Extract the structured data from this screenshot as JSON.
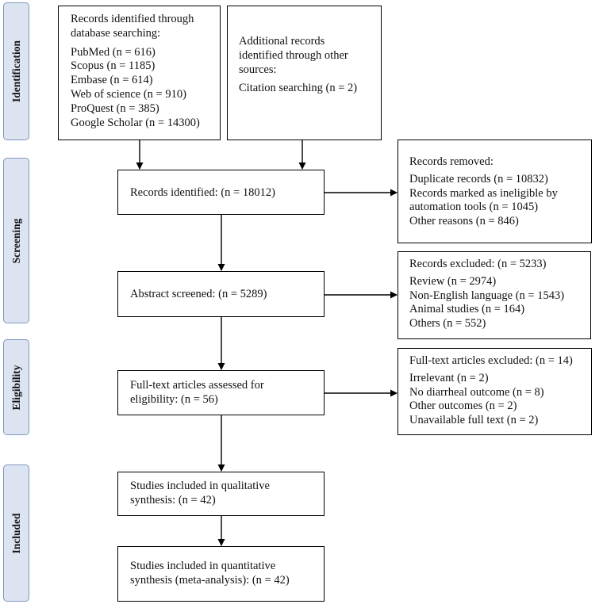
{
  "phases": {
    "identification": "Identification",
    "screening": "Screening",
    "eligibility": "Eligibility",
    "included": "Included"
  },
  "db_search": {
    "lines": [
      "Records identified through",
      "database searching:",
      "PubMed (n = 616)",
      "Scopus (n = 1185)",
      "Embase (n = 614)",
      "Web of science (n = 910)",
      "ProQuest (n = 385)",
      "Google Scholar (n = 14300)"
    ]
  },
  "other_sources": {
    "lines": [
      "Additional records",
      "identified through other",
      "sources:",
      "Citation searching (n = 2)"
    ]
  },
  "identified": {
    "text": "Records identified: (n = 18012)"
  },
  "removed": {
    "lines": [
      "Records removed:",
      "Duplicate records (n = 10832)",
      "Records marked as ineligible by",
      "automation tools (n = 1045)",
      "Other reasons (n = 846)"
    ]
  },
  "abstract": {
    "text": "Abstract screened: (n = 5289)"
  },
  "excluded": {
    "lines": [
      "Records excluded: (n = 5233)",
      "Review (n = 2974)",
      "Non-English language (n = 1543)",
      "Animal studies (n = 164)",
      "Others (n = 552)"
    ]
  },
  "fulltext": {
    "lines": [
      "Full-text articles assessed for",
      "eligibility: (n = 56)"
    ]
  },
  "fulltext_excluded": {
    "lines": [
      "Full-text articles excluded: (n = 14)",
      "Irrelevant (n = 2)",
      "No diarrheal outcome (n = 8)",
      "Other outcomes (n = 2)",
      "Unavailable full text (n = 2)"
    ]
  },
  "qualitative": {
    "lines": [
      "Studies included in qualitative",
      "synthesis: (n = 42)"
    ]
  },
  "quantitative": {
    "lines": [
      "Studies included in quantitative",
      "synthesis (meta-analysis): (n = 42)"
    ]
  }
}
